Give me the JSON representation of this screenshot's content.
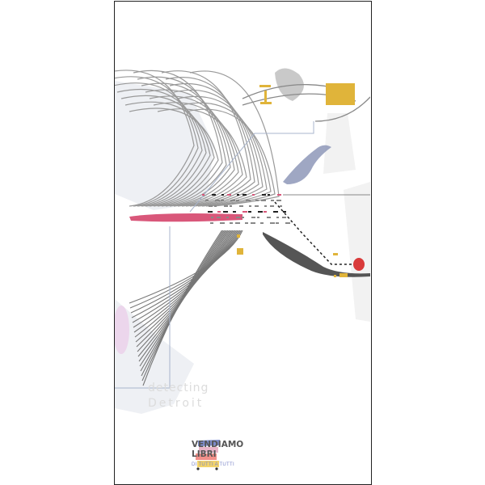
{
  "cover": {
    "title_line1": "detecting",
    "title_line2": "Detroit"
  },
  "publisher_logo": {
    "name_line1": "VENDIAMO",
    "name_line2": "LIBRI",
    "tagline": "DI TUTTI A TUTTI",
    "colors": {
      "blue": "#7d8ccc",
      "pink": "#e8b4c8",
      "salmon": "#f2908a",
      "yellow": "#f2d36b"
    }
  },
  "artwork": {
    "accent_colors": {
      "pink": "#d9577a",
      "gold": "#e0b43a",
      "red": "#d93a3a",
      "slate": "#8e98b8",
      "gray": "#8a8a8a"
    }
  }
}
